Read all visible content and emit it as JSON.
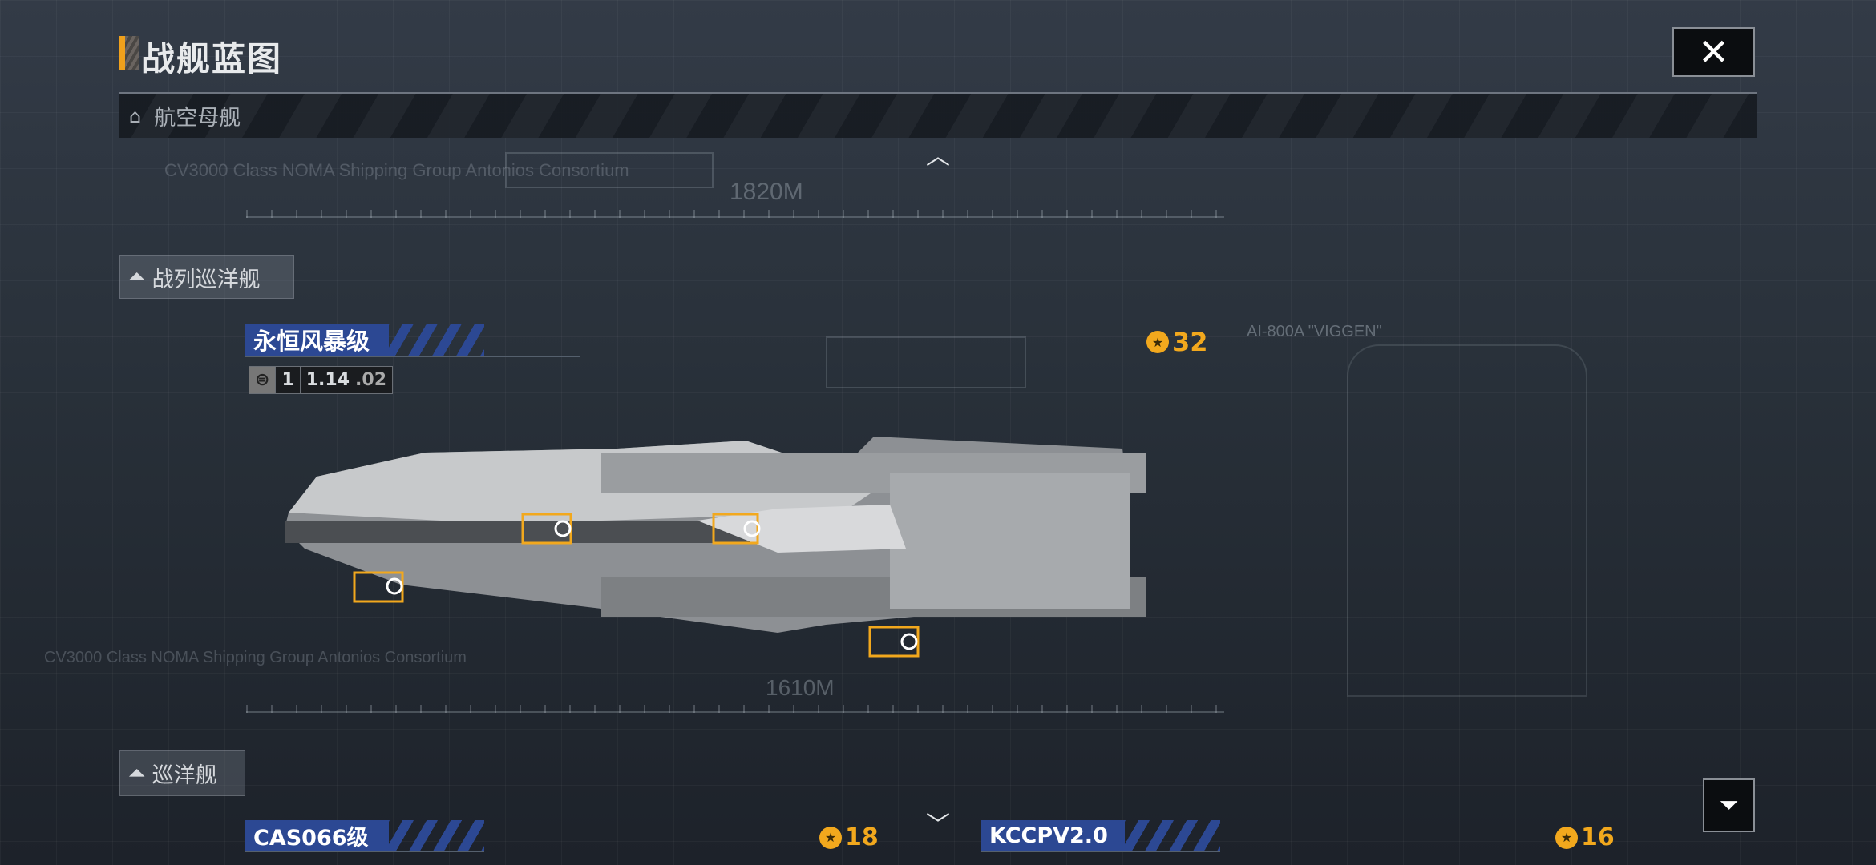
{
  "header": {
    "title": "战舰蓝图",
    "close_icon": "close-icon"
  },
  "categories": {
    "carrier": {
      "label": "航空母舰"
    },
    "battlecruiser": {
      "label": "战列巡洋舰"
    },
    "cruiser": {
      "label": "巡洋舰"
    }
  },
  "featured_ship": {
    "name": "永恒风暴级",
    "badge_level": "1",
    "badge_version": "1.14",
    "badge_sub": ".02",
    "cost": "32"
  },
  "blueprint_text": {
    "carrier_length": "1820M",
    "ship_length": "1610M",
    "viggen": "AI-800A \"VIGGEN\"",
    "carrier_desc": "CV3000 Class NOMA Shipping Group Antonios Consortium",
    "ship_desc": "CV3000 Class NOMA Shipping Group Antonios Consortium"
  },
  "cruisers": [
    {
      "name": "CAS066级",
      "cost": "18"
    },
    {
      "name": "KCCPV2.0",
      "cost": "16"
    }
  ],
  "colors": {
    "accent": "#f0a11c",
    "banner": "#2c4893",
    "cost": "#f2a81d"
  }
}
